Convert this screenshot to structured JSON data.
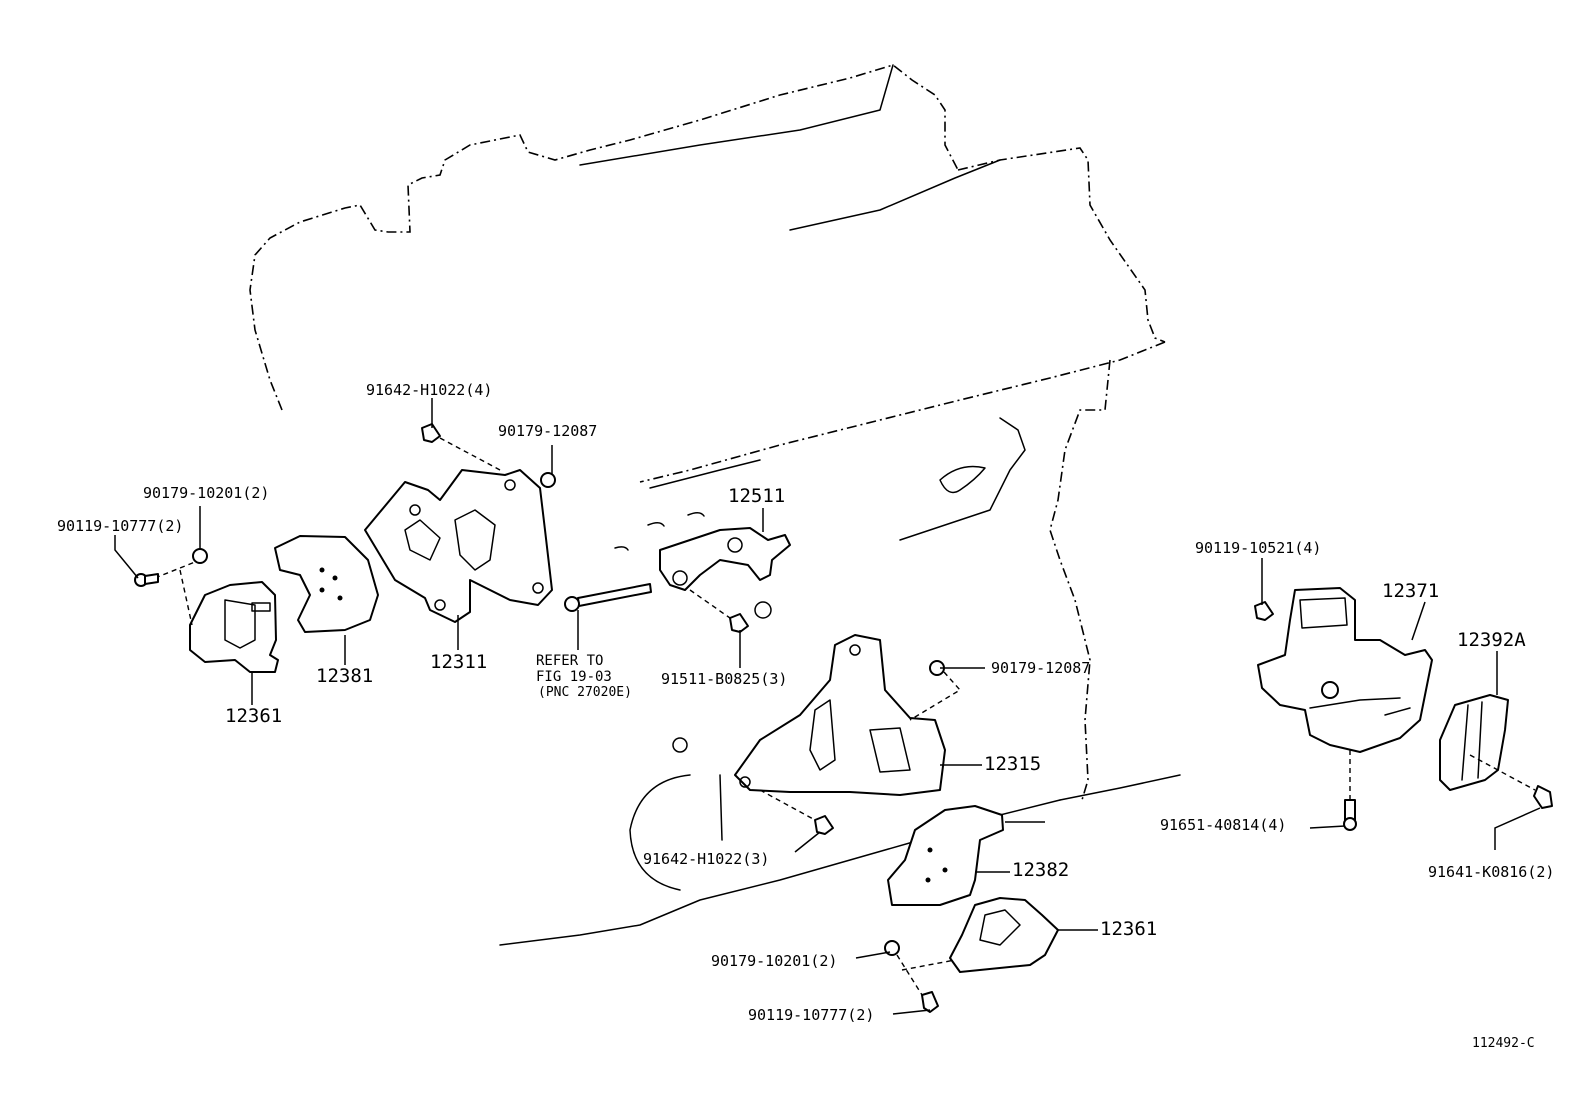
{
  "diagram_id": "112492-C",
  "refer_note": {
    "line1": "REFER TO",
    "line2": "FIG 19-03",
    "line3": "(PNC 27020E)"
  },
  "labels": {
    "p91642_top": "91642-H1022(4)",
    "p90179_12087_top": "90179-12087",
    "p90179_10201_left": "90179-10201(2)",
    "p90119_10777_left": "90119-10777(2)",
    "p12511": "12511",
    "p12381": "12381",
    "p12311": "12311",
    "p12361_left": "12361",
    "p91511": "91511-B0825(3)",
    "p90179_12087_mid": "90179-12087",
    "p12315": "12315",
    "p91642_bottom": "91642-H1022(3)",
    "p12382": "12382",
    "p12361_bottom": "12361",
    "p90179_10201_bottom": "90179-10201(2)",
    "p90119_10777_bottom": "90119-10777(2)",
    "p90119_10521": "90119-10521(4)",
    "p12371": "12371",
    "p12392A": "12392A",
    "p91651": "91651-40814(4)",
    "p91641": "91641-K0816(2)"
  }
}
